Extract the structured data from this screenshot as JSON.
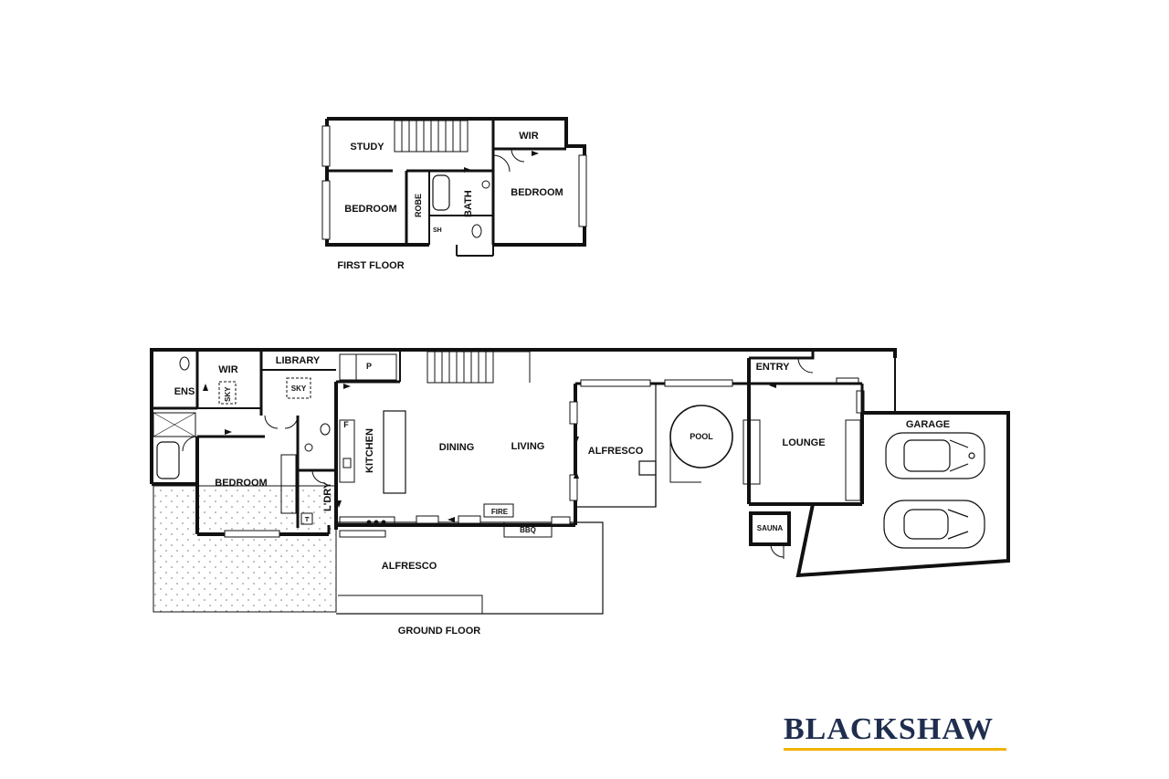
{
  "brand": {
    "name": "BLACKSHAW",
    "accent_color": "#f0b400",
    "text_color": "#1f2d4e"
  },
  "first_floor": {
    "title": "FIRST FLOOR",
    "rooms": {
      "study": "STUDY",
      "wir": "WIR",
      "bedroom_left": "BEDROOM",
      "bedroom_right": "BEDROOM",
      "robe": "ROBE",
      "bath": "BATH",
      "sh": "SH"
    }
  },
  "ground_floor": {
    "title": "GROUND FLOOR",
    "rooms": {
      "ens": "ENS",
      "wir": "WIR",
      "sky1": "SKY",
      "library": "LIBRARY",
      "sky2": "SKY",
      "p": "P",
      "f": "F",
      "kitchen": "KITCHEN",
      "dining": "DINING",
      "living": "LIVING",
      "bedroom": "BEDROOM",
      "ldry": "L'DRY",
      "t": "T",
      "fire": "FIRE",
      "bbq": "BBQ",
      "alfresco_main": "ALFRESCO",
      "alfresco_court": "ALFRESCO",
      "pool": "POOL",
      "entry": "ENTRY",
      "lounge": "LOUNGE",
      "sauna": "SAUNA",
      "garage": "GARAGE"
    }
  }
}
